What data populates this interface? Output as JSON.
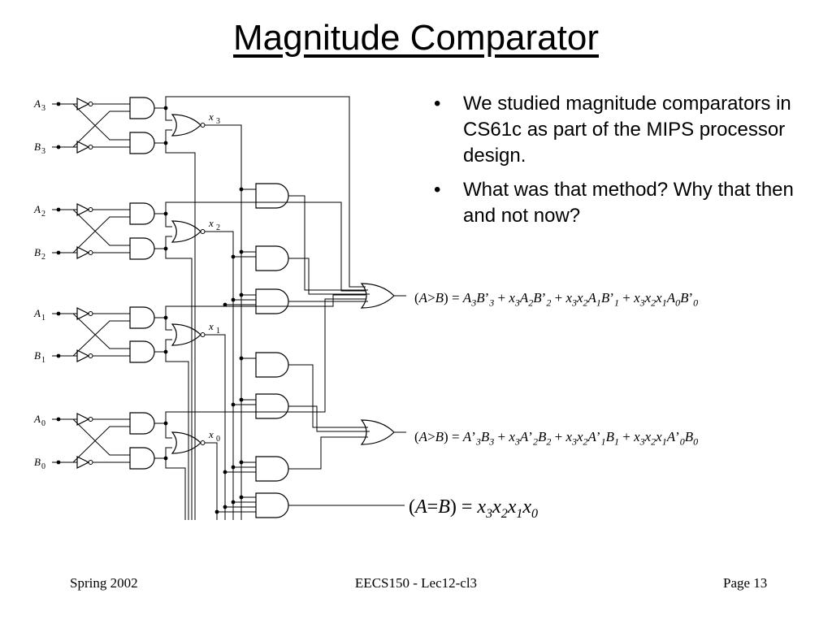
{
  "slide": {
    "title": "Magnitude Comparator",
    "bullets": [
      {
        "marker": "•",
        "text": "We studied magnitude comparators in CS61c as part of the MIPS processor design."
      },
      {
        "marker": "•",
        "text": "What was that method?  Why that then and not now?"
      }
    ]
  },
  "circuit": {
    "inputs": [
      {
        "letter": "A",
        "sub": "3"
      },
      {
        "letter": "B",
        "sub": "3"
      },
      {
        "letter": "A",
        "sub": "2"
      },
      {
        "letter": "B",
        "sub": "2"
      },
      {
        "letter": "A",
        "sub": "1"
      },
      {
        "letter": "B",
        "sub": "1"
      },
      {
        "letter": "A",
        "sub": "0"
      },
      {
        "letter": "B",
        "sub": "0"
      }
    ],
    "xlabels": [
      {
        "letter": "x",
        "sub": "3"
      },
      {
        "letter": "x",
        "sub": "2"
      },
      {
        "letter": "x",
        "sub": "1"
      },
      {
        "letter": "x",
        "sub": "0"
      }
    ]
  },
  "equations": {
    "gt": "(A>B) = A3B’3 + x3A2B’2 + x3x2A1B’1 + x3x2x1A0B’0",
    "lt": "(A>B) = A’3B3 + x3A’2B2 + x3x2A’1B1 + x3x2x1A’0B0",
    "eq": "(A=B) = x3x2x1x0"
  },
  "footer": {
    "left": "Spring 2002",
    "center": "EECS150 - Lec12-cl3",
    "right": "Page 13"
  }
}
